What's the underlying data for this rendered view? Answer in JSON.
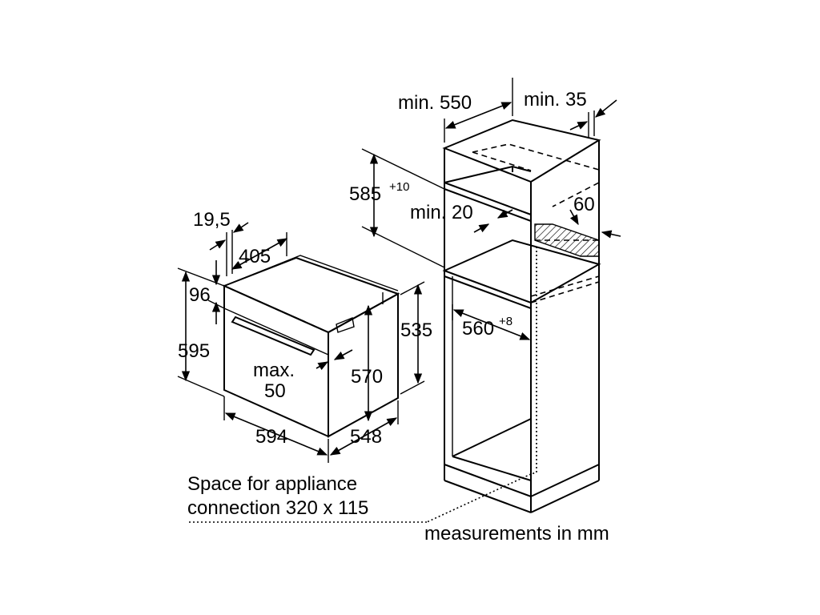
{
  "dimensions": {
    "d19_5": "19,5",
    "d405": "405",
    "d96": "96",
    "d595": "595",
    "d_max_line1": "max.",
    "d_max_line2": "50",
    "d570": "570",
    "d535": "535",
    "d594": "594",
    "d548": "548",
    "d585_base": "585",
    "d585_sup": "+10",
    "min20": "min. 20",
    "d60": "60",
    "min550": "min. 550",
    "min35": "min. 35",
    "d560_base": "560",
    "d560_sup": "+8"
  },
  "notes": {
    "connection_line1": "Space for appliance",
    "connection_line2": "connection 320 x 115",
    "units": "measurements in mm"
  }
}
